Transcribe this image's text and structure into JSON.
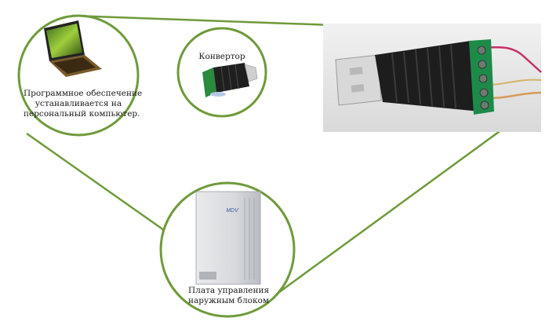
{
  "colors": {
    "ring": "#6f9a3a",
    "connector": "#6f9a3a",
    "ring_fill": "#ffffff"
  },
  "nodes": {
    "laptop": {
      "icon": "laptop-icon",
      "caption_lines": [
        "Программное обеспечение",
        "устанавливается на",
        "персональный компьютер."
      ]
    },
    "converter": {
      "icon": "usb-converter-icon",
      "caption": "Конвертор"
    },
    "outdoor_unit": {
      "icon": "outdoor-unit-icon",
      "brand": "MDV",
      "caption_lines": [
        "Плата управления",
        "наружным блоком"
      ]
    },
    "photo": {
      "icon": "usb-converter-photo"
    }
  }
}
